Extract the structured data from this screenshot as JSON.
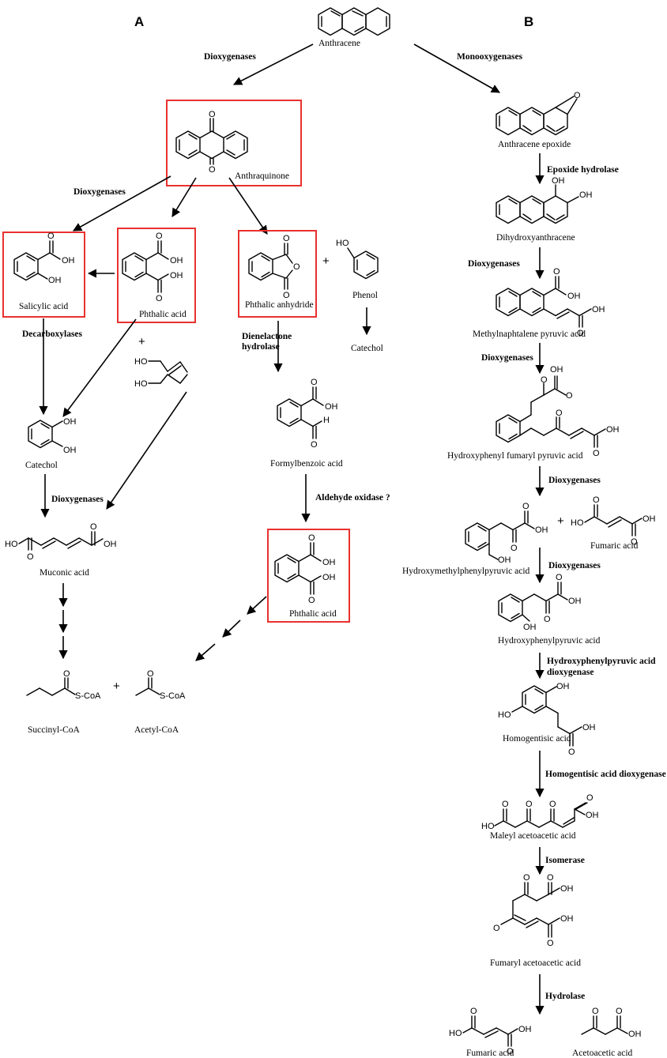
{
  "panels": {
    "a": "A",
    "b": "B"
  },
  "compounds": {
    "anthracene": "Anthracene",
    "anthraquinone": "Anthraquinone",
    "salicylic_acid": "Salicylic acid",
    "phthalic_acid_1": "Phthalic acid",
    "phthalic_anhydride": "Phthalic anhydride",
    "phenol": "Phenol",
    "catechol_b": "Catechol",
    "catechol_a": "Catechol",
    "formylbenzoic_acid": "Formylbenzoic acid",
    "muconic_acid": "Muconic acid",
    "phthalic_acid_2": "Phthalic acid",
    "succinyl_coa": "Succinyl-CoA",
    "acetyl_coa": "Acetyl-CoA",
    "anthracene_epoxide": "Anthracene epoxide",
    "dihydroxyanthracene": "Dihydroxyanthracene",
    "methylnaphtalene_pyruvic_acid": "Methylnaphtalene pyruvic acid",
    "hydroxyphenyl_fumaryl_pyruvic_acid": "Hydroxyphenyl fumaryl pyruvic acid",
    "hydroxymethylphenylpyruvic_acid": "Hydroxymethylphenylpyruvic acid",
    "fumaric_acid_1": "Fumaric acid",
    "hydroxyphenylpyruvic_acid": "Hydroxyphenylpyruvic acid",
    "homogentisic_acid": "Homogentisic acid",
    "maleyl_acetoacetic_acid": "Maleyl acetoacetic acid",
    "fumaryl_acetoacetic_acid": "Fumaryl acetoacetic acid",
    "fumaric_acid_2": "Fumaric acid",
    "acetoacetic_acid": "Acetoacetic acid"
  },
  "enzymes": {
    "dioxygenases_top": "Dioxygenases",
    "monooxygenases": "Monooxygenases",
    "dioxygenases_aq": "Dioxygenases",
    "decarboxylases": "Decarboxylases",
    "dienelactone_1": "Dienelactone",
    "dienelactone_2": "hydrolase",
    "dioxygenases_catechol": "Dioxygenases",
    "aldehyde_oxidase": "Aldehyde oxidase ?",
    "epoxide_hydrolase": "Epoxide hydrolase",
    "dioxygenases_b1": "Dioxygenases",
    "dioxygenases_b2": "Dioxygenases",
    "dioxygenases_b3": "Dioxygenases",
    "dioxygenases_b4": "Dioxygenases",
    "hppd_1": "Hydroxyphenylpyruvic acid",
    "hppd_2": "dioxygenase",
    "homogentisic_dioxygenase": "Homogentisic acid dioxygenase",
    "isomerase": "Isomerase",
    "hydrolase": "Hydrolase"
  },
  "atoms": {
    "o": "O",
    "oh": "OH",
    "ho": "HO",
    "h": "H",
    "scoa": "S-CoA"
  },
  "symbols": {
    "plus": "+"
  },
  "colors": {
    "highlight_box": "#e8312f",
    "ink": "#000000"
  }
}
